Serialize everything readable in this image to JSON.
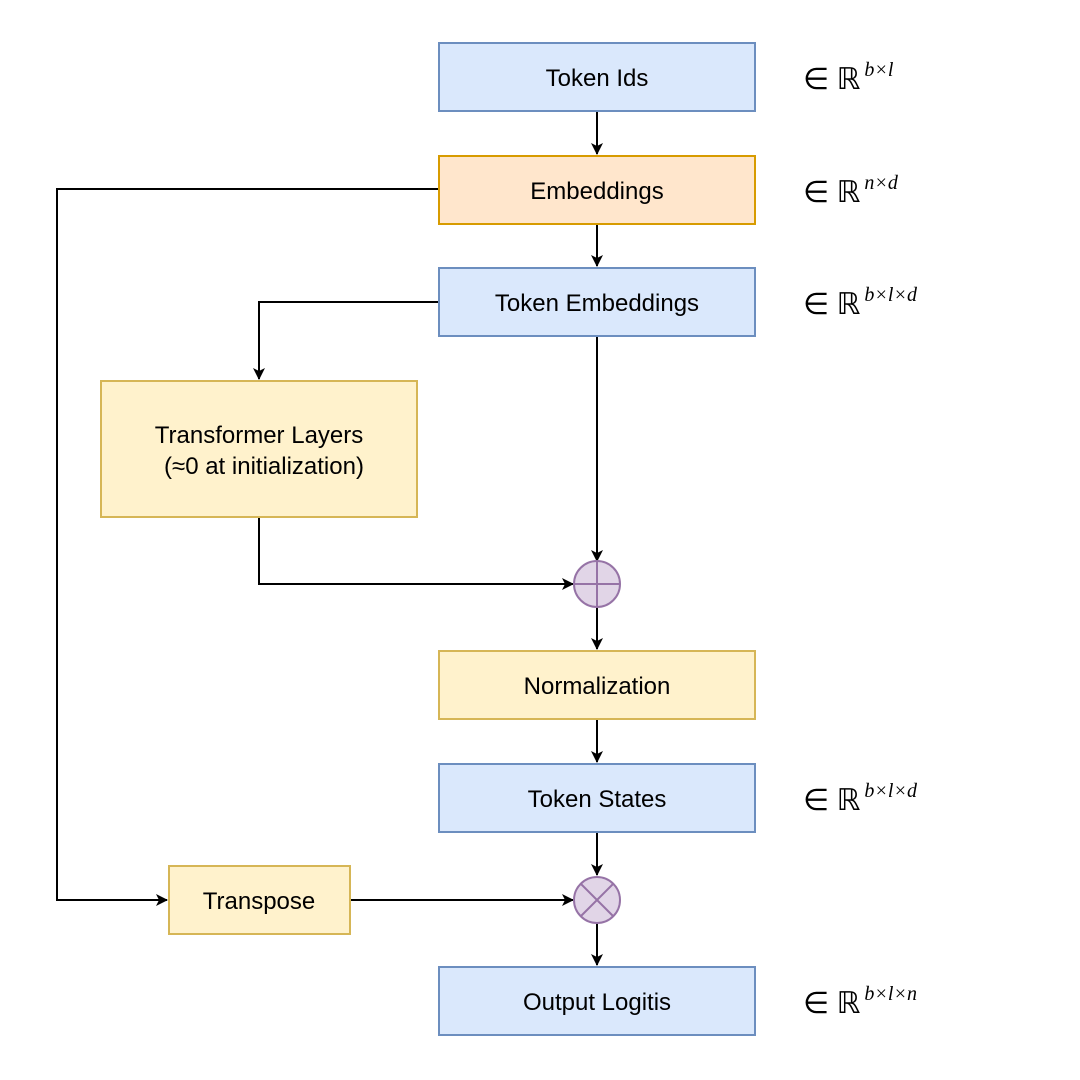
{
  "colors": {
    "blue_fill": "#dae8fc",
    "blue_stroke": "#6c8ebf",
    "orange_fill": "#ffe6cc",
    "orange_stroke": "#d79b00",
    "yellow_fill": "#fff2cc",
    "yellow_stroke": "#d6b656",
    "purple_fill": "#e1d5e7",
    "purple_stroke": "#9673a6",
    "edge": "#000000"
  },
  "nodes": {
    "token_ids": "Token Ids",
    "embeddings": "Embeddings",
    "token_embeddings": "Token Embeddings",
    "transformer_layers_line1": "Transformer Layers",
    "transformer_layers_line2": "(≈0 at initialization)",
    "normalization": "Normalization",
    "token_states": "Token States",
    "transpose": "Transpose",
    "output_logits": "Output Logitis"
  },
  "operators": {
    "add": "add-operator",
    "multiply": "multiply-operator"
  },
  "shapes": {
    "symbol": "∈ ℝ",
    "token_ids": "b×l",
    "embeddings": "n×d",
    "token_embeddings": "b×l×d",
    "token_states": "b×l×d",
    "output_logits": "b×l×n"
  }
}
